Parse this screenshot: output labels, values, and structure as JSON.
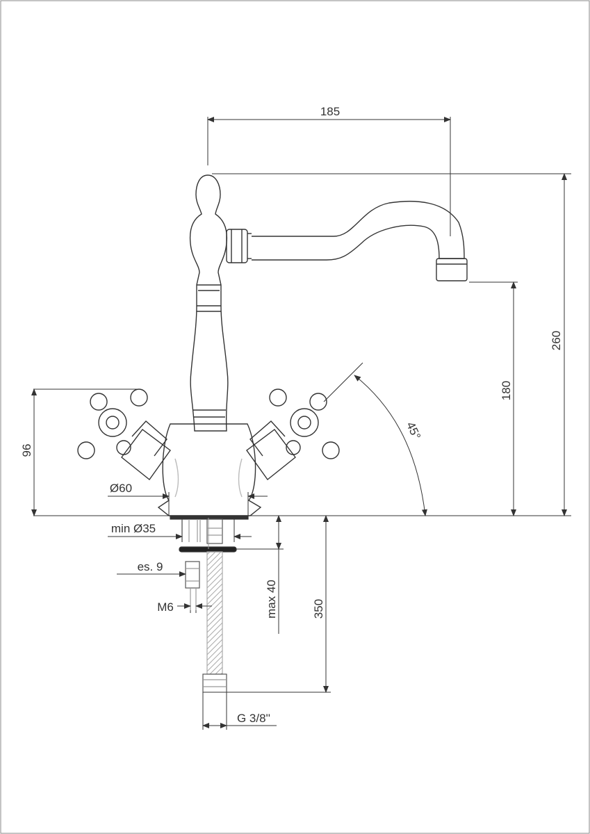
{
  "dimensions": {
    "spout_reach": "185",
    "total_height": "260",
    "spout_height": "180",
    "handle_height": "96",
    "spout_angle": "45°",
    "base_diameter": "Ø60",
    "hole_diameter": "min Ø35",
    "nut_thickness": "es. 9",
    "stud_thread": "M6",
    "max_deck_thickness": "max 40",
    "hose_length": "350",
    "hose_fitting": "G 3/8''"
  },
  "colors": {
    "line": "#333333",
    "light_line": "#999999",
    "background": "#ffffff"
  }
}
